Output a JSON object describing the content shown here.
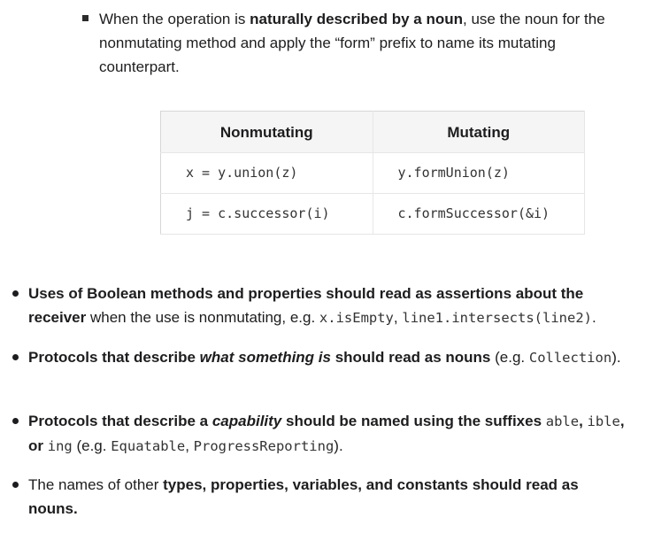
{
  "nested_bullet": {
    "prefix": "When the operation is ",
    "bold": "naturally described by a noun",
    "suffix": ", use the noun for the nonmutating method and apply the “form” prefix to name its mutating counterpart."
  },
  "table": {
    "headers": [
      "Nonmutating",
      "Mutating"
    ],
    "rows": [
      [
        "x = y.union(z)",
        "y.formUnion(z)"
      ],
      [
        "j = c.successor(i)",
        "c.formSuccessor(&i)"
      ]
    ]
  },
  "bullets": [
    {
      "bold": "Uses of Boolean methods and properties should read as assertions about the receiver",
      "text": " when the use is nonmutating, e.g. ",
      "code1": "x.isEmpty",
      "sep": ", ",
      "code2": "line1.intersects(line2)",
      "end": "."
    },
    {
      "bold1": "Protocols that describe ",
      "italic": "what something is",
      "bold2": " should read as nouns",
      "text": " (e.g. ",
      "code1": "Collection",
      "end": ")."
    },
    {
      "bold1": "Protocols that describe a ",
      "italic": "capability",
      "bold2": " should be named using the suffixes ",
      "code1": "able",
      "sep1": ", ",
      "code2": "ible",
      "sep2": ", or ",
      "code3": "ing",
      "text": " (e.g. ",
      "code4": "Equatable",
      "sep3": ", ",
      "code5": "ProgressReporting",
      "end": ")."
    },
    {
      "text": "The names of other ",
      "bold": "types, properties, variables, and constants should read as nouns."
    }
  ]
}
